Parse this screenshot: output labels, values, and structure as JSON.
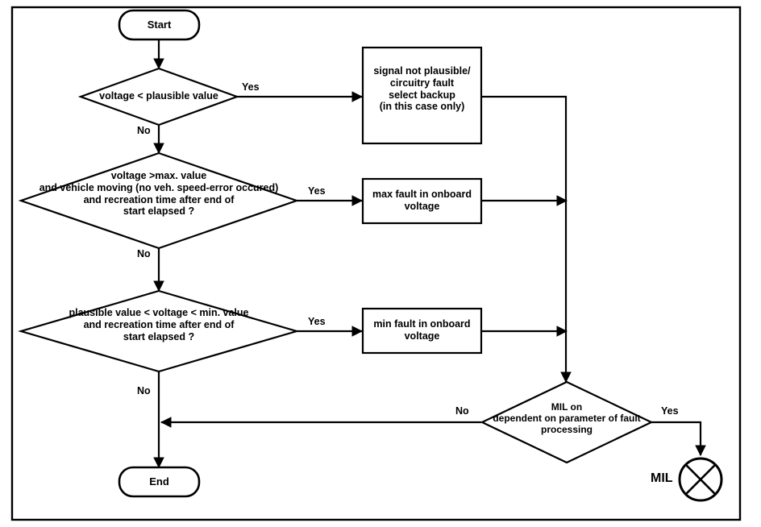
{
  "diagram": {
    "title": "Onboard voltage fault diagnostic flowchart",
    "border_color": "#000000",
    "background_color": "#ffffff",
    "line_color": "#000000"
  },
  "nodes": {
    "start": {
      "label": "Start",
      "type": "terminator"
    },
    "end": {
      "label": "End",
      "type": "terminator"
    },
    "decision_plausible": {
      "label": "voltage < plausible value",
      "type": "decision"
    },
    "decision_max": {
      "label": "voltage >max. value\nand vehicle moving (no veh. speed-error occured)\nand recreation time  after end of\nstart elapsed ?",
      "type": "decision"
    },
    "decision_min": {
      "label": "plausible value < voltage < min. value\nand recreation time after end of\nstart elapsed ?",
      "type": "decision"
    },
    "decision_mil": {
      "label": "MIL on\ndependent on parameter of fault\nprocessing",
      "type": "decision"
    },
    "process_signal": {
      "label": "signal not plausible/\ncircuitry fault\nselect backup\n(in this case only)",
      "type": "process"
    },
    "process_max_fault": {
      "label": "max fault in onboard\nvoltage",
      "type": "process"
    },
    "process_min_fault": {
      "label": "min fault in onboard\nvoltage",
      "type": "process"
    },
    "mil_lamp": {
      "label": "MIL",
      "type": "lamp",
      "icon": "circle-x-lamp-icon"
    }
  },
  "edge_labels": {
    "plausible_yes": "Yes",
    "plausible_no": "No",
    "max_yes": "Yes",
    "max_no": "No",
    "min_yes": "Yes",
    "min_no": "No",
    "mil_yes": "Yes",
    "mil_no": "No"
  }
}
